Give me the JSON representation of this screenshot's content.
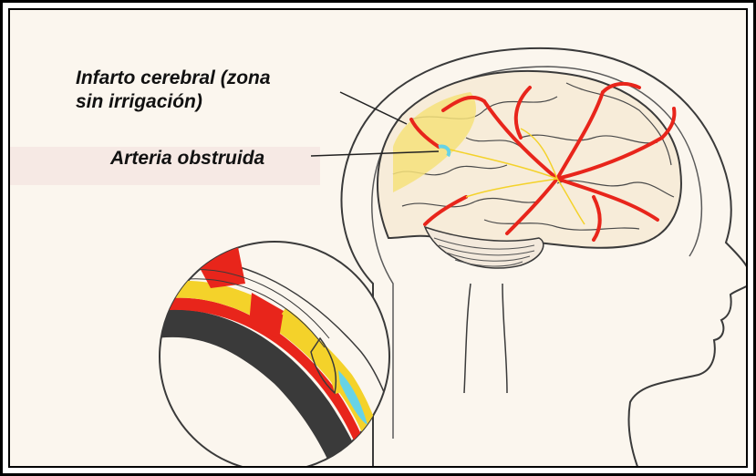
{
  "labels": {
    "infarto_line1": "Infarto cerebral (zona",
    "infarto_line2": "sin irrigación)",
    "arteria": "Arteria obstruida"
  },
  "colors": {
    "artery_red": "#e8251b",
    "infarct_yellow": "#f6e27a",
    "flow_yellow": "#f4d22a",
    "clot_blue": "#67d3e6",
    "outline": "#3a3a3a",
    "background": "#fbf6ee"
  }
}
